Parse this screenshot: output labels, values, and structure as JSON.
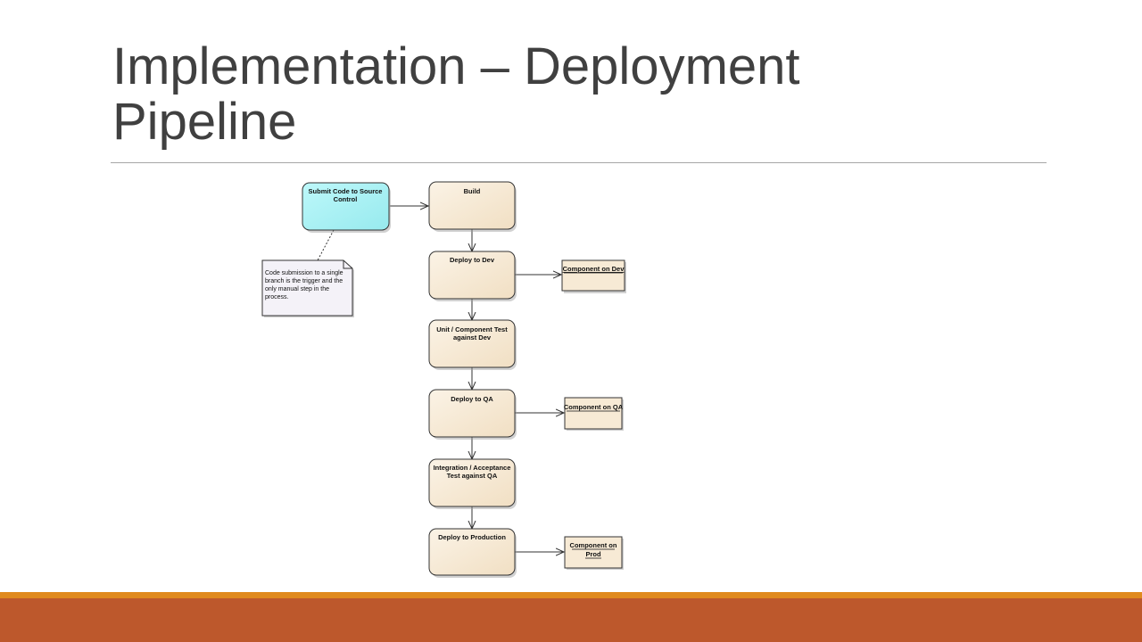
{
  "slide": {
    "title_line1": "Implementation – Deployment",
    "title_line2": "Pipeline"
  },
  "diagram": {
    "start": {
      "line1": "Submit Code to Source",
      "line2": "Control"
    },
    "steps": [
      {
        "line1": "Build",
        "line2": ""
      },
      {
        "line1": "Deploy to Dev",
        "line2": ""
      },
      {
        "line1": "Unit / Component Test",
        "line2": "against Dev"
      },
      {
        "line1": "Deploy to QA",
        "line2": ""
      },
      {
        "line1": "Integration / Acceptance",
        "line2": "Test against QA"
      },
      {
        "line1": "Deploy to Production",
        "line2": ""
      }
    ],
    "artifacts": [
      {
        "line1": "Component on Dev",
        "line2": ""
      },
      {
        "line1": "Component on QA",
        "line2": ""
      },
      {
        "line1": "Component on",
        "line2": "Prod"
      }
    ],
    "note": {
      "lines": [
        "Code submission to a single",
        "branch is the trigger and the",
        "only manual step in the",
        "process."
      ]
    },
    "colors": {
      "start_fill": "#a7f3f5",
      "step_fill": "#f7ead5",
      "artifact_fill": "#f7ead5",
      "note_fill": "#f4f2f8"
    }
  }
}
